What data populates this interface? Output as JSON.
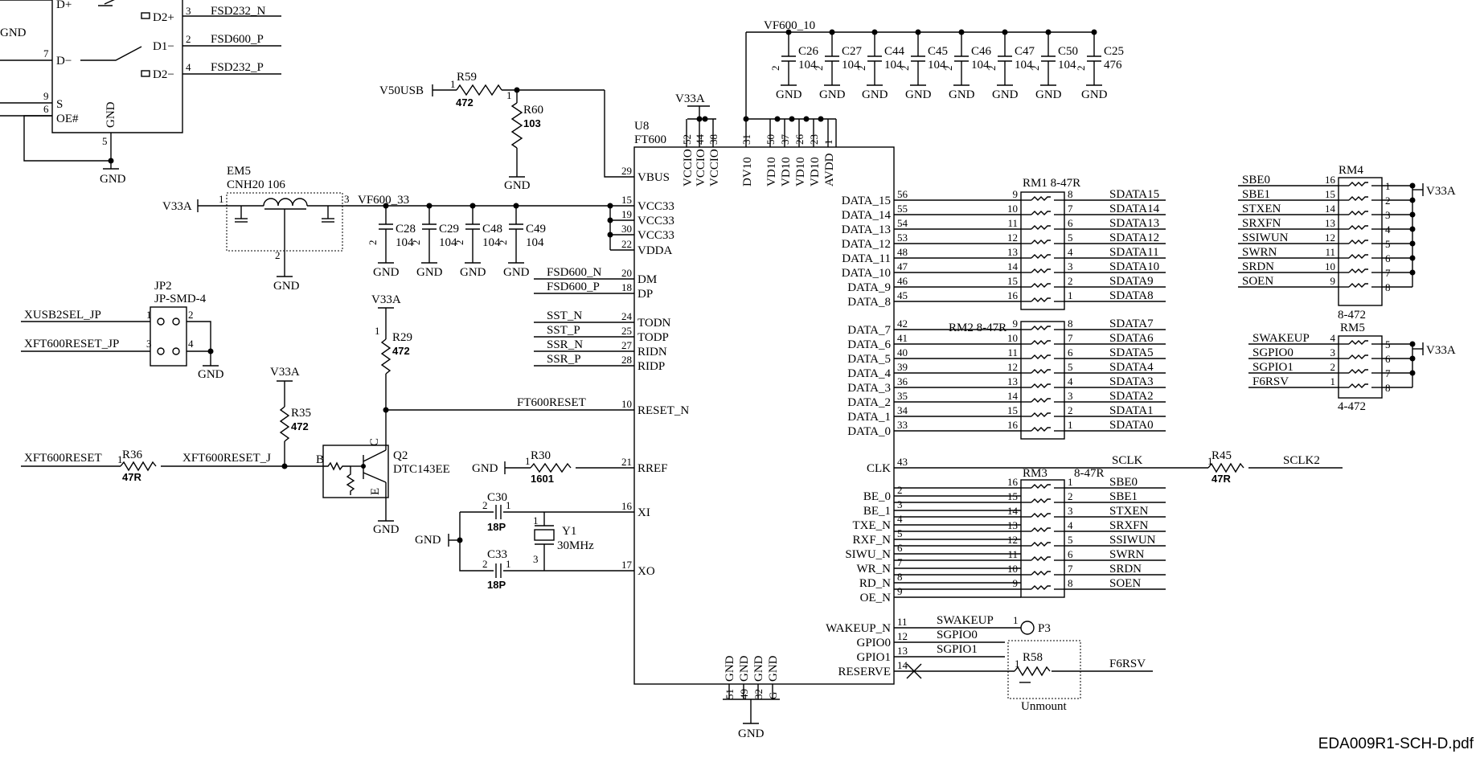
{
  "footer": "EDA009R1-SCH-D.pdf",
  "nets": {
    "gnd": "GND",
    "v33a": "V33A",
    "v50usb": "V50USB",
    "vf600_10": "VF600_10",
    "vf600_33": "VF600_33",
    "xusb2sel": "XUSB2SEL_JP",
    "xft600reset_jp": "XFT600RESET_JP",
    "xft600reset": "XFT600RESET",
    "xft600reset_j": "XFT600RESET_J",
    "ft600reset": "FT600RESET",
    "sclk": "SCLK",
    "sclk2": "SCLK2",
    "swakeup": "SWAKEUP",
    "sgpio0": "SGPIO0",
    "sgpio1": "SGPIO1",
    "f6rsv": "F6RSV",
    "fsd600n": "FSD600_N",
    "fsd600p": "FSD600_P",
    "fsd232n": "FSD232_N",
    "fsd232p": "FSD232_P",
    "sstn": "SST_N",
    "sstp": "SST_P",
    "ssrn": "SSR_N",
    "ssrp": "SSR_P"
  },
  "switch": {
    "labels": [
      "D+",
      "D2+",
      "D1−",
      "D−",
      "D2−",
      "S",
      "OE#",
      "GND"
    ],
    "pins": [
      "3",
      "2",
      "7",
      "4",
      "9",
      "6",
      "5"
    ]
  },
  "u8": {
    "ref": "U8",
    "value": "FT600",
    "top_pins": [
      {
        "name": "VCCIO",
        "num": "52"
      },
      {
        "name": "VCCIO",
        "num": "44"
      },
      {
        "name": "VCCIO",
        "num": "38"
      },
      {
        "name": "DV10",
        "num": "31"
      },
      {
        "name": "VD10",
        "num": "50"
      },
      {
        "name": "VD10",
        "num": "37"
      },
      {
        "name": "VD10",
        "num": "26"
      },
      {
        "name": "VD10",
        "num": "23"
      },
      {
        "name": "AVDD",
        "num": "1"
      }
    ],
    "left_pins": [
      {
        "name": "VBUS",
        "num": "29"
      },
      {
        "name": "VCC33",
        "num": "15"
      },
      {
        "name": "VCC33",
        "num": "19"
      },
      {
        "name": "VCC33",
        "num": "30"
      },
      {
        "name": "VDDA",
        "num": "22"
      },
      {
        "name": "DM",
        "num": "20"
      },
      {
        "name": "DP",
        "num": "18"
      },
      {
        "name": "TODN",
        "num": "24"
      },
      {
        "name": "TODP",
        "num": "25"
      },
      {
        "name": "RIDN",
        "num": "27"
      },
      {
        "name": "RIDP",
        "num": "28"
      },
      {
        "name": "RESET_N",
        "num": "10"
      },
      {
        "name": "RREF",
        "num": "21"
      },
      {
        "name": "XI",
        "num": "16"
      },
      {
        "name": "XO",
        "num": "17"
      }
    ],
    "right_pins": [
      {
        "name": "DATA_15",
        "num": "56"
      },
      {
        "name": "DATA_14",
        "num": "55"
      },
      {
        "name": "DATA_13",
        "num": "54"
      },
      {
        "name": "DATA_12",
        "num": "53"
      },
      {
        "name": "DATA_11",
        "num": "48"
      },
      {
        "name": "DATA_10",
        "num": "47"
      },
      {
        "name": "DATA_9",
        "num": "46"
      },
      {
        "name": "DATA_8",
        "num": "45"
      },
      {
        "name": "DATA_7",
        "num": "42"
      },
      {
        "name": "DATA_6",
        "num": "41"
      },
      {
        "name": "DATA_5",
        "num": "40"
      },
      {
        "name": "DATA_4",
        "num": "39"
      },
      {
        "name": "DATA_3",
        "num": "36"
      },
      {
        "name": "DATA_2",
        "num": "35"
      },
      {
        "name": "DATA_1",
        "num": "34"
      },
      {
        "name": "DATA_0",
        "num": "33"
      },
      {
        "name": "CLK",
        "num": "43"
      },
      {
        "name": "BE_0",
        "num": "2"
      },
      {
        "name": "BE_1",
        "num": "3"
      },
      {
        "name": "TXE_N",
        "num": "4"
      },
      {
        "name": "RXF_N",
        "num": "5"
      },
      {
        "name": "SIWU_N",
        "num": "6"
      },
      {
        "name": "WR_N",
        "num": "7"
      },
      {
        "name": "RD_N",
        "num": "8"
      },
      {
        "name": "OE_N",
        "num": "9"
      },
      {
        "name": "WAKEUP_N",
        "num": "11"
      },
      {
        "name": "GPIO0",
        "num": "12"
      },
      {
        "name": "GPIO1",
        "num": "13"
      },
      {
        "name": "RESERVE",
        "num": "14"
      }
    ],
    "bottom_pins": [
      {
        "name": "GND",
        "num": "51"
      },
      {
        "name": "GND",
        "num": "49"
      },
      {
        "name": "GND",
        "num": "32"
      },
      {
        "name": "GND",
        "num": "G"
      }
    ]
  },
  "decoupling_top": [
    {
      "ref": "C26",
      "value": "104"
    },
    {
      "ref": "C27",
      "value": "104"
    },
    {
      "ref": "C44",
      "value": "104"
    },
    {
      "ref": "C45",
      "value": "104"
    },
    {
      "ref": "C46",
      "value": "104"
    },
    {
      "ref": "C47",
      "value": "104"
    },
    {
      "ref": "C50",
      "value": "104"
    },
    {
      "ref": "C25",
      "value": "476"
    }
  ],
  "decoupling_33": [
    {
      "ref": "C28",
      "value": "104"
    },
    {
      "ref": "C29",
      "value": "104"
    },
    {
      "ref": "C48",
      "value": "104"
    },
    {
      "ref": "C49",
      "value": "104"
    }
  ],
  "parts": {
    "r59": {
      "ref": "R59",
      "value": "472"
    },
    "r60": {
      "ref": "R60",
      "value": "103"
    },
    "r29": {
      "ref": "R29",
      "value": "472"
    },
    "r35": {
      "ref": "R35",
      "value": "472"
    },
    "r36": {
      "ref": "R36",
      "value": "47R"
    },
    "r30": {
      "ref": "R30",
      "value": "1601"
    },
    "r45": {
      "ref": "R45",
      "value": "47R"
    },
    "r58": {
      "ref": "R58",
      "note": "Unmount"
    },
    "c30": {
      "ref": "C30",
      "value": "18P"
    },
    "c33": {
      "ref": "C33",
      "value": "18P"
    },
    "y1": {
      "ref": "Y1",
      "value": "30MHz"
    },
    "q2": {
      "ref": "Q2",
      "value": "DTC143EE"
    },
    "em5": {
      "ref": "EM5",
      "value": "CNH20 106"
    },
    "jp2": {
      "ref": "JP2",
      "value": "JP-SMD-4"
    },
    "p3": {
      "ref": "P3"
    }
  },
  "rm1": {
    "ref": "RM1",
    "value": "8-47R",
    "left": [
      "9",
      "10",
      "11",
      "12",
      "13",
      "14",
      "15",
      "16"
    ],
    "right": [
      "8",
      "7",
      "6",
      "5",
      "4",
      "3",
      "2",
      "1"
    ],
    "nets": [
      "SDATA15",
      "SDATA14",
      "SDATA13",
      "SDATA12",
      "SDATA11",
      "SDATA10",
      "SDATA9",
      "SDATA8"
    ]
  },
  "rm2": {
    "ref": "RM2",
    "value": "8-47R",
    "left": [
      "9",
      "10",
      "11",
      "12",
      "13",
      "14",
      "15",
      "16"
    ],
    "right": [
      "8",
      "7",
      "6",
      "5",
      "4",
      "3",
      "2",
      "1"
    ],
    "nets": [
      "SDATA7",
      "SDATA6",
      "SDATA5",
      "SDATA4",
      "SDATA3",
      "SDATA2",
      "SDATA1",
      "SDATA0"
    ]
  },
  "rm3": {
    "ref": "RM3",
    "value": "8-47R",
    "left": [
      "16",
      "15",
      "14",
      "13",
      "12",
      "11",
      "10",
      "9"
    ],
    "right": [
      "1",
      "2",
      "3",
      "4",
      "5",
      "6",
      "7",
      "8"
    ],
    "nets": [
      "SBE0",
      "SBE1",
      "STXEN",
      "SRXFN",
      "SSIWUN",
      "SWRN",
      "SRDN",
      "SOEN"
    ]
  },
  "rm4": {
    "ref": "RM4",
    "value": "8-472",
    "left": [
      "16",
      "15",
      "14",
      "13",
      "12",
      "11",
      "10",
      "9"
    ],
    "right": [
      "1",
      "2",
      "3",
      "4",
      "5",
      "6",
      "7",
      "8"
    ],
    "nets": [
      "SBE0",
      "SBE1",
      "STXEN",
      "SRXFN",
      "SSIWUN",
      "SWRN",
      "SRDN",
      "SOEN"
    ]
  },
  "rm5": {
    "ref": "RM5",
    "value": "4-472",
    "left": [
      "4",
      "3",
      "2",
      "1"
    ],
    "right": [
      "5",
      "6",
      "7",
      "8"
    ],
    "nets": [
      "SWAKEUP",
      "SGPIO0",
      "SGPIO1",
      "F6RSV"
    ]
  }
}
